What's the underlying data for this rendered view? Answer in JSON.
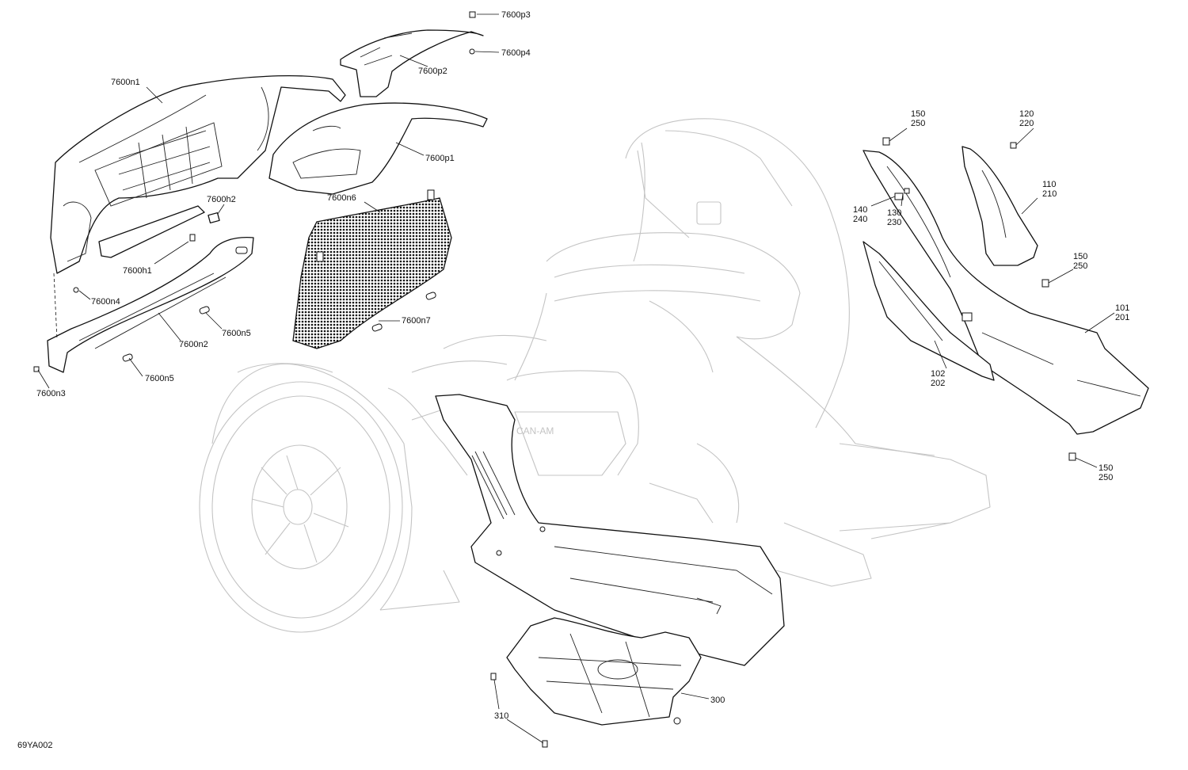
{
  "diagram_code": "69YA002",
  "callouts": [
    {
      "id": "7600p3",
      "text": "7600p3"
    },
    {
      "id": "7600p4",
      "text": "7600p4"
    },
    {
      "id": "7600p2",
      "text": "7600p2"
    },
    {
      "id": "7600n1",
      "text": "7600n1"
    },
    {
      "id": "7600p1",
      "text": "7600p1"
    },
    {
      "id": "7600h2",
      "text": "7600h2"
    },
    {
      "id": "7600n6",
      "text": "7600n6"
    },
    {
      "id": "7600h1",
      "text": "7600h1"
    },
    {
      "id": "7600n4",
      "text": "7600n4"
    },
    {
      "id": "7600n7",
      "text": "7600n7"
    },
    {
      "id": "7600n5a",
      "text": "7600n5"
    },
    {
      "id": "7600n2",
      "text": "7600n2"
    },
    {
      "id": "7600n5b",
      "text": "7600n5"
    },
    {
      "id": "7600n3",
      "text": "7600n3"
    },
    {
      "id": "150a",
      "text": "150"
    },
    {
      "id": "250a",
      "text": "250"
    },
    {
      "id": "120",
      "text": "120"
    },
    {
      "id": "220",
      "text": "220"
    },
    {
      "id": "110",
      "text": "110"
    },
    {
      "id": "210",
      "text": "210"
    },
    {
      "id": "140",
      "text": "140"
    },
    {
      "id": "240",
      "text": "240"
    },
    {
      "id": "130",
      "text": "130"
    },
    {
      "id": "230",
      "text": "230"
    },
    {
      "id": "150b",
      "text": "150"
    },
    {
      "id": "250b",
      "text": "250"
    },
    {
      "id": "101",
      "text": "101"
    },
    {
      "id": "201",
      "text": "201"
    },
    {
      "id": "102",
      "text": "102"
    },
    {
      "id": "202",
      "text": "202"
    },
    {
      "id": "150c",
      "text": "150"
    },
    {
      "id": "250c",
      "text": "250"
    },
    {
      "id": "300",
      "text": "300"
    },
    {
      "id": "310",
      "text": "310"
    }
  ]
}
